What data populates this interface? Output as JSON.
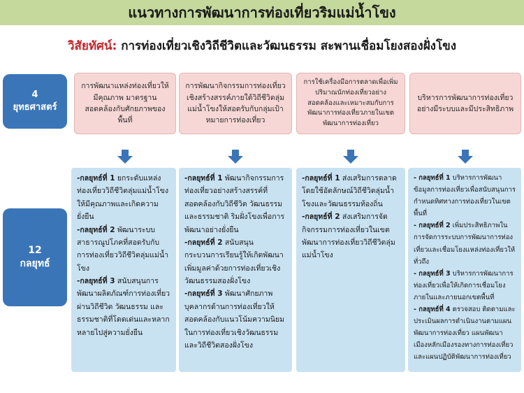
{
  "title": "แนวทางการพัฒนาการท่องเที่ยวริมแม่น้ำโขง",
  "vision": {
    "label": "วิสัยทัศน์:",
    "text": "การท่องเที่ยวเชิงวิถีชีวิตและวัฒนธรรม สะพานเชื่อมโยงสองฝั่งโขง"
  },
  "side": {
    "strategies_count": "4",
    "strategies_label": "ยุทธศาสตร์",
    "plans_count": "12",
    "plans_label": "กลยุทธ์"
  },
  "strategies": [
    {
      "text": "การพัฒนาแหล่งท่องเที่ยวให้มีคุณภาพ มาตรฐาน สอดคล้องกับศักยภาพของพื้นที่"
    },
    {
      "text": "การพัฒนากิจกรรมการท่องเที่ยวเชิงสร้างสรรค์ภายใต้วิถีชีวิตลุ่มแม่น้ำโขงให้สอดรับกับกลุ่มเป้าหมายการท่องเที่ยว"
    },
    {
      "text": "การใช้เครื่องมือการตลาดเพื่อเพิ่มปริมาณนักท่องเที่ยวอย่างสอดคล้องและเหมาะสมกับการพัฒนาการท่องเที่ยวภายในเขตพัฒนาการท่องเที่ยว"
    },
    {
      "text": "บริหารการพัฒนาการท่องเที่ยวอย่างมีระบบและมีประสิทธิภาพ"
    }
  ],
  "plans": [
    [
      {
        "label": "-กลยุทธ์ที่ 1",
        "text": " ยกระดับแหล่งท่องเที่ยววิถีชีวิตลุ่มแม่น้ำโขงให้มีคุณภาพและเกิดความยั่งยืน"
      },
      {
        "label": "-กลยุทธ์ที่ 2",
        "text": " พัฒนาระบบสาธารณูปโภคที่สอดรับกับการท่องเที่ยววิถีชีวิตลุ่มแม่น้ำโขง"
      },
      {
        "label": "-กลยุทธ์ที่ 3",
        "text": " สนับสนุนการพัฒนาผลิตภัณฑ์การท่องเที่ยวผ่านวิถีชีวิต วัฒนธรรม และธรรมชาติที่โดดเด่นและหลากหลายไปสู่ความยั่งยืน"
      }
    ],
    [
      {
        "label": "-กลยุทธ์ที่ 1",
        "text": " พัฒนากิจกรรมการท่องเที่ยวอย่างสร้างสรรค์ที่สอดคล้องกับวิถีชีวิต วัฒนธรรม และธรรมชาติ ริมฝั่งโขงเพื่อการพัฒนาอย่างยั่งยืน"
      },
      {
        "label": "-กลยุทธ์ที่ 2",
        "text": " สนับสนุนกระบวนการเรียนรู้ให้เกิดพัฒนาเพิ่มมูลค่าด้วยการท่องเที่ยวเชิงวัฒนธรรมสองฝั่งโขง"
      },
      {
        "label": "-กลยุทธ์ที่ 3",
        "text": " พัฒนาศักยภาพบุคลากรด้านการท่องเที่ยวให้สอดคล้องกับแนวโน้มความนิยมในการท่องเที่ยวเชิงวัฒนธรรมและวิถีชีวิตสองฝั่งโขง"
      }
    ],
    [
      {
        "label": "-กลยุทธ์ที่ 1",
        "text": " ส่งเสริมการตลาดโดยใช้อัตลักษณ์วิถีชีวิตลุ่มน้ำโขงและวัฒนธรรมท้องถิ่น"
      },
      {
        "label": "-กลยุทธ์ที่ 2",
        "text": " ส่งเสริมการจัดกิจกรรมการท่องเที่ยวในเขตพัฒนาการท่องเที่ยววิถีชีวิตลุ่มแม่น้ำโขง"
      }
    ],
    [
      {
        "label": "- กลยุทธ์ที่ 1",
        "text": " บริหารการพัฒนาข้อมูลการท่องเที่ยวเพื่อสนับสนุนการกำหนดทิศทางการท่องเที่ยวในเขตพื้นที่"
      },
      {
        "label": "- กลยุทธ์ที่ 2",
        "text": " เพิ่มประสิทธิภาพในการจัดการระบบการพัฒนาการท่องเที่ยวและเชื่อมโยงแหล่งท่องเที่ยวให้ทั่วถึง"
      },
      {
        "label": "- กลยุทธ์ที่ 3",
        "text": " บริหารการพัฒนาการท่องเที่ยวเพื่อให้เกิดการเชื่อมโยงภายในและภายนอกเขตพื้นที่"
      },
      {
        "label": "- กลยุทธ์ที่ 4",
        "text": " ตรวจสอบ ติดตามและประเมินผลการดำเนินงานตามแผนพัฒนาการท่องเที่ยว แผนพัฒนาเมืองหลักเมืองรองทางการท่องเที่ยวและแผนปฏิบัติพัฒนาการท่องเที่ยว"
      }
    ]
  ]
}
